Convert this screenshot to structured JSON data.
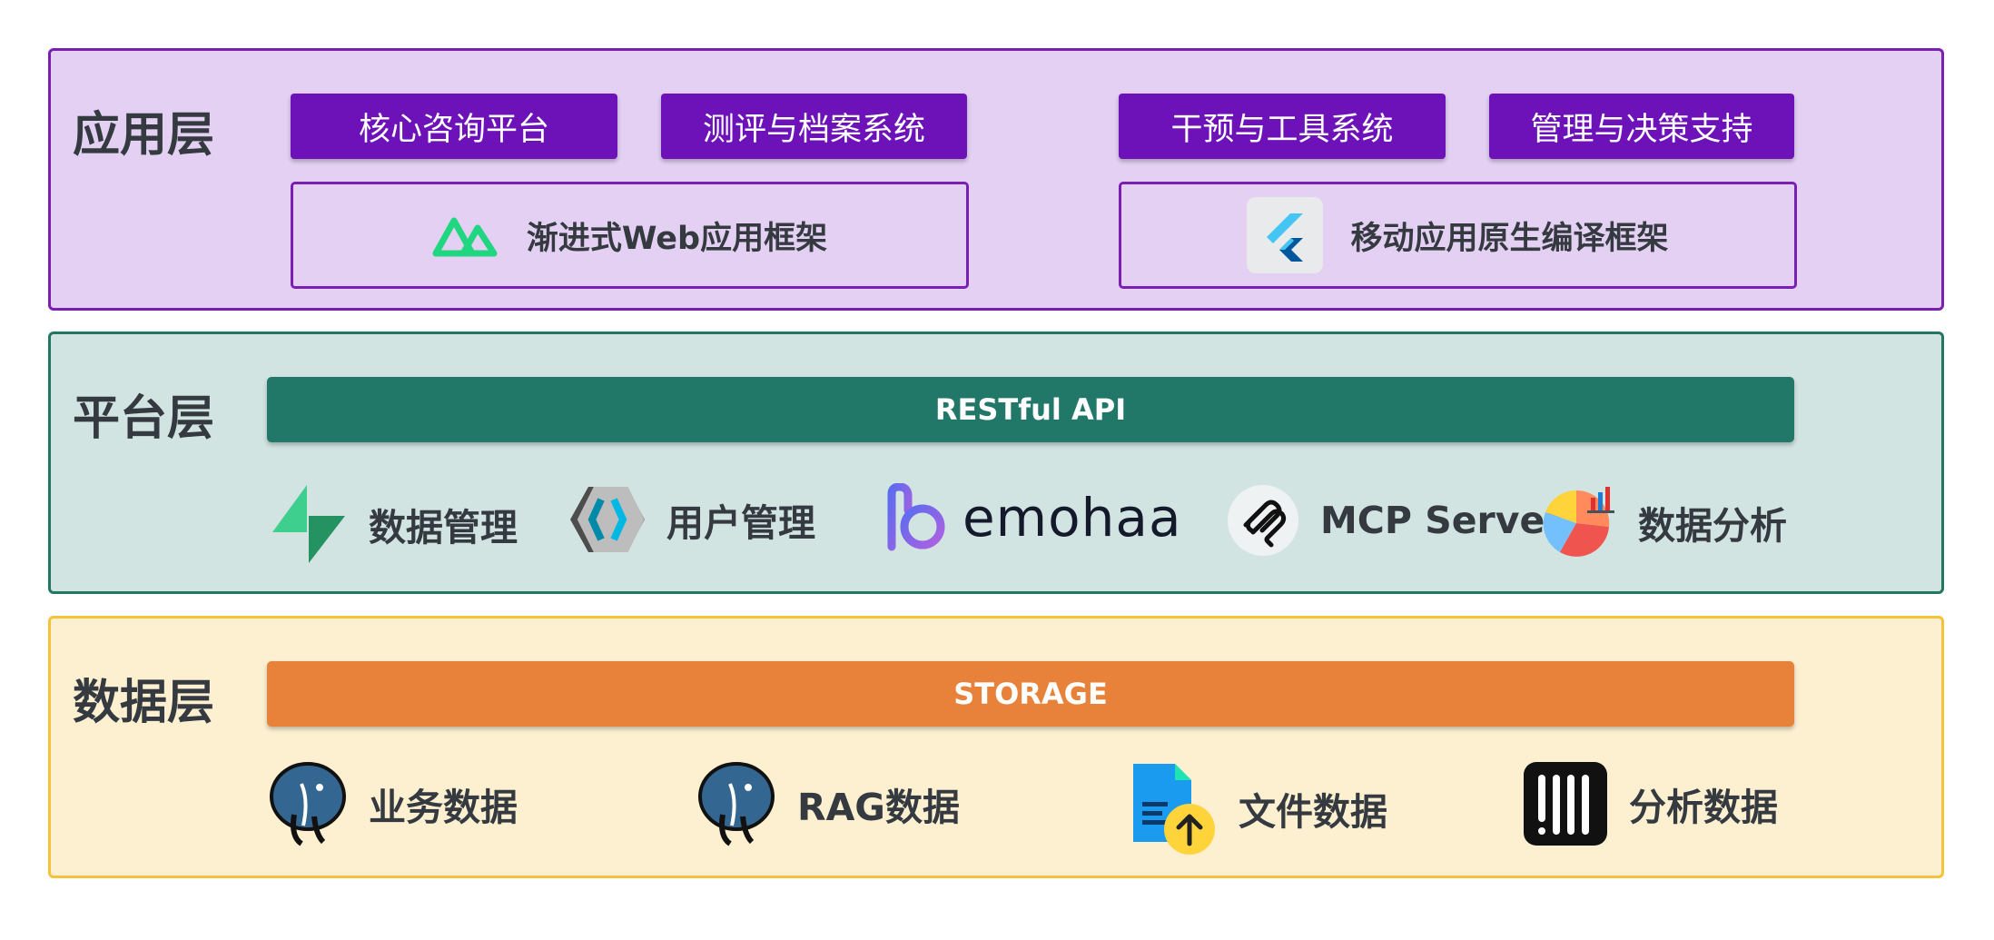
{
  "app_layer": {
    "title": "应用层",
    "modules": [
      "核心咨询平台",
      "测评与档案系统",
      "干预与工具系统",
      "管理与决策支持"
    ],
    "frameworks": [
      {
        "label": "渐进式Web应用框架",
        "icon": "vue-nuxt-logo-icon"
      },
      {
        "label": "移动应用原生编译框架",
        "icon": "flutter-logo-icon"
      }
    ]
  },
  "platform_layer": {
    "title": "平台层",
    "bar_label": "RESTful API",
    "tools": [
      {
        "label": "数据管理",
        "icon": "supabase-bolt-icon"
      },
      {
        "label": "用户管理",
        "icon": "keycloak-icon"
      },
      {
        "label": "emohaa",
        "icon": "emohaa-logo-icon"
      },
      {
        "label": "MCP Server",
        "icon": "mcp-icon"
      },
      {
        "label": "数据分析",
        "icon": "pie-chart-icon"
      }
    ]
  },
  "data_layer": {
    "title": "数据层",
    "bar_label": "STORAGE",
    "stores": [
      {
        "label": "业务数据",
        "icon": "postgresql-elephant-icon"
      },
      {
        "label": "RAG数据",
        "icon": "postgresql-elephant-icon"
      },
      {
        "label": "文件数据",
        "icon": "file-upload-icon"
      },
      {
        "label": "分析数据",
        "icon": "clickhouse-icon"
      }
    ]
  },
  "colors": {
    "app_accent": "#6d11b8",
    "app_bg": "#e3d0f3",
    "platform_accent": "#217868",
    "platform_bg": "#d1e4e1",
    "data_accent": "#e8823a",
    "data_bg": "#fcf0d1"
  }
}
